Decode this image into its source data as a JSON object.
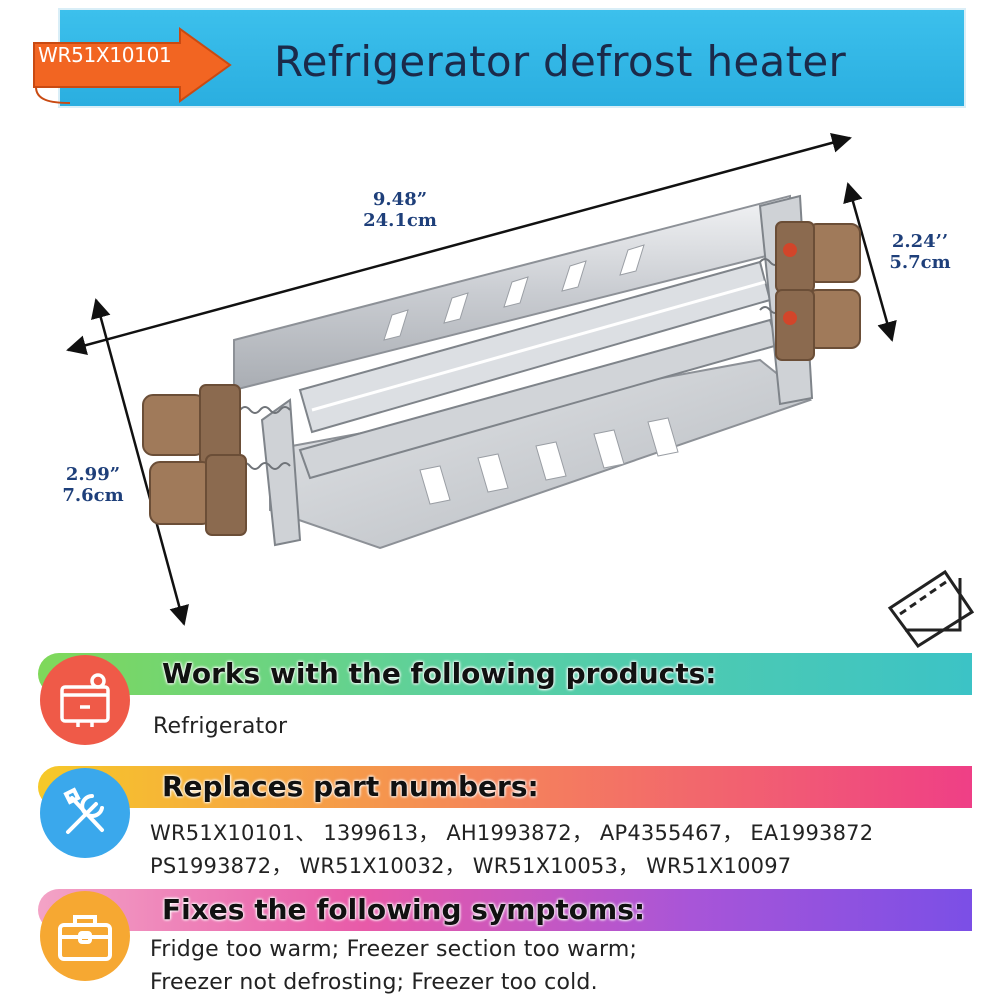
{
  "header": {
    "part_tag": "WR51X10101",
    "title": "Refrigerator defrost heater"
  },
  "dimensions": {
    "length_in": "9.48”",
    "length_cm": "24.1cm",
    "width_in": "2.24’’",
    "width_cm": "5.7cm",
    "height_in": "2.99”",
    "height_cm": "7.6cm"
  },
  "sections": {
    "works_with": {
      "title": "Works with the following products:",
      "icon": "appliance-icon",
      "lines": [
        "Refrigerator"
      ]
    },
    "replaces": {
      "title": "Replaces part numbers:",
      "icon": "tools-icon",
      "lines": [
        "WR51X10101、 1399613， AH1993872， AP4355467， EA1993872",
        "PS1993872， WR51X10032， WR51X10053， WR51X10097"
      ]
    },
    "fixes": {
      "title": "Fixes the following symptoms:",
      "icon": "toolbox-icon",
      "lines": [
        "Fridge too warm; Freezer section too warm;",
        "Freezer not defrosting; Freezer too cold."
      ]
    }
  },
  "colors": {
    "header_blue": "#2aaee0",
    "arrow_orange": "#f26522",
    "dimension_navy": "#1e3f7a",
    "connector_brown": "#a07a5a"
  }
}
